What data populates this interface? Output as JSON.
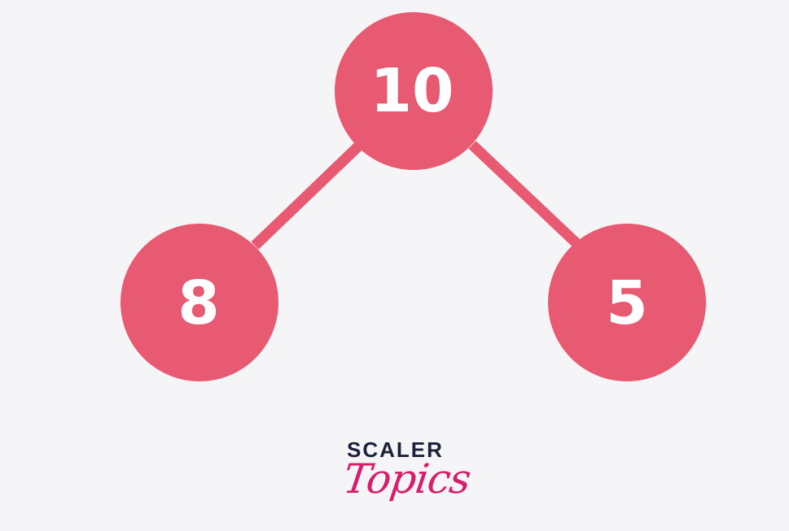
{
  "tree": {
    "nodes": [
      {
        "id": "root",
        "label": "10"
      },
      {
        "id": "left",
        "label": "8"
      },
      {
        "id": "right",
        "label": "5"
      }
    ],
    "edges": [
      {
        "from": "root",
        "to": "left"
      },
      {
        "from": "root",
        "to": "right"
      }
    ]
  },
  "colors": {
    "node": "#e85a71",
    "label": "#ffffff",
    "background": "#f5f5f7",
    "logo_top": "#1a1f3a",
    "logo_bottom": "#d81e6a"
  },
  "logo": {
    "top_text": "SCALER",
    "bottom_text": "Topics"
  }
}
